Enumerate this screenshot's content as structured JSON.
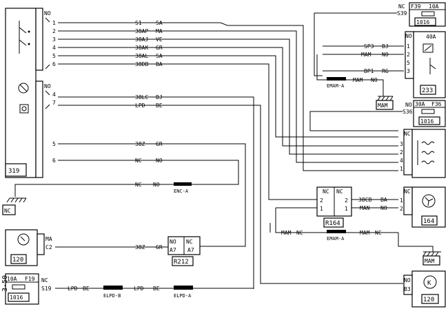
{
  "page_number": "3-50",
  "left_panel": {
    "id": "319",
    "pins_top": [
      "NO",
      "1",
      "2",
      "3",
      "4",
      "5",
      "6"
    ],
    "pins_mid": [
      "NO",
      "4",
      "7"
    ],
    "pins_low": [
      "5",
      "6"
    ]
  },
  "top_wires": [
    {
      "code": "S1",
      "color": "SA"
    },
    {
      "code": "38AP",
      "color": "MA"
    },
    {
      "code": "38AJ",
      "color": "VE"
    },
    {
      "code": "38AK",
      "color": "GR"
    },
    {
      "code": "38AL",
      "color": "SA"
    },
    {
      "code": "38DB",
      "color": "BA"
    }
  ],
  "mid_wires": [
    {
      "code": "38LC",
      "color": "BJ"
    },
    {
      "code": "LPD",
      "color": "BE"
    },
    {
      "code": "38Z",
      "color": "GR"
    },
    {
      "code": "NC",
      "color": "NO"
    }
  ],
  "ground_left": {
    "nc": "NC",
    "no": "NO",
    "connector": "ENC-A",
    "label": "NC"
  },
  "fuse_f39": {
    "pin": "NC",
    "terminal": "S39",
    "fuse": "F39",
    "rating": "10A",
    "box": "1016"
  },
  "relay_233": {
    "id": "233",
    "rating": "40A",
    "pins": [
      "NO",
      "1",
      "2",
      "5",
      "3"
    ],
    "wires": [
      {
        "code": "SP3",
        "color": "BJ"
      },
      {
        "code": "MAM",
        "color": "NO"
      },
      {
        "code": "BP1",
        "color": "RG"
      }
    ],
    "ground_conn": "EMAM-A",
    "ground_wire": "MAM",
    "ground_color": "NO",
    "ground_label": "MAM"
  },
  "fuse_f36": {
    "pin": "NO",
    "terminal": "S36",
    "fuse": "F36",
    "rating": "30A",
    "box": "1016"
  },
  "resistor_block": {
    "pins": [
      "NC",
      "3",
      "2",
      "4",
      "1"
    ]
  },
  "r164": {
    "id": "R164",
    "pins_top": [
      "NC",
      "NC"
    ],
    "pins": [
      "2",
      "1",
      "2",
      "1"
    ]
  },
  "fan_164": {
    "id": "164",
    "pins": [
      "NC",
      "1",
      "2"
    ],
    "wires": [
      {
        "code": "38CB",
        "color": "BA"
      },
      {
        "code": "MAN",
        "color": "NO"
      }
    ]
  },
  "ground_mid": {
    "left_wire": "MAM",
    "left_color": "NC",
    "connector": "EMAM-A",
    "right_wire": "MAM",
    "right_color": "NC",
    "label": "MAM"
  },
  "sensor_120a": {
    "id": "120",
    "pin_ma": "MA",
    "pin_c2": "C2"
  },
  "r212": {
    "id": "R212",
    "pins_top": [
      "NO",
      "NC"
    ],
    "pins": [
      "A7",
      "A7"
    ],
    "wire_code": "38Z",
    "wire_color": "GR"
  },
  "fuse_f19": {
    "rating": "10A",
    "fuse": "F19",
    "pin": "NC",
    "terminal": "S19",
    "box": "1016"
  },
  "bottom_wires": {
    "w1_code": "LPD",
    "w1_color": "BE",
    "conn1": "ELPD-B",
    "w2_code": "LPD",
    "w2_color": "BE",
    "conn2": "ELPD-A"
  },
  "sensor_120b": {
    "id": "120",
    "pin_no": "NO",
    "pin_b3": "B3"
  }
}
